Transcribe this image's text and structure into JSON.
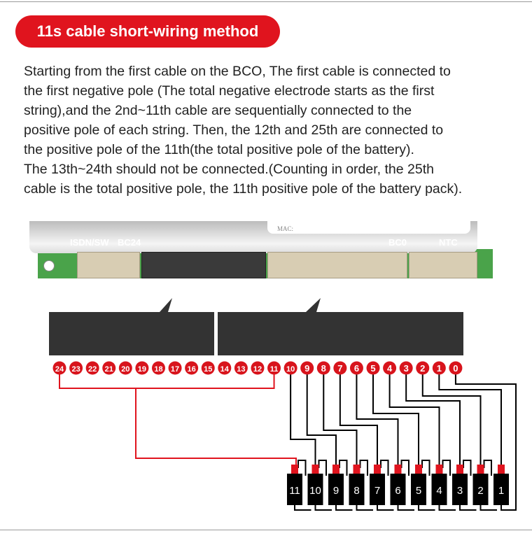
{
  "title": "11s cable short-wiring method",
  "description": [
    "Starting from the first cable on the BCO, The first cable is connected to",
    "the first negative pole (The total negative electrode starts as the first",
    "string),and the 2nd~11th cable are sequentially connected to the",
    "positive pole of each string. Then, the 12th and 25th are connected to",
    "the positive pole of the 11th(the total positive pole of the battery).",
    "The 13th~24th should not be connected.(Counting in order, the 25th",
    "cable is the total positive pole, the 11th positive pole of the battery pack)."
  ],
  "board": {
    "labels": [
      "ISDN/SW",
      "BC24",
      "BC0",
      "NTC"
    ],
    "sticker_mac": "MAC:"
  },
  "pins": [
    "24",
    "23",
    "22",
    "21",
    "20",
    "19",
    "18",
    "17",
    "16",
    "15",
    "14",
    "13",
    "12",
    "11",
    "10",
    "9",
    "8",
    "7",
    "6",
    "5",
    "4",
    "3",
    "2",
    "1",
    "0"
  ],
  "cells": [
    "11",
    "10",
    "9",
    "8",
    "7",
    "6",
    "5",
    "4",
    "3",
    "2",
    "1"
  ],
  "colors": {
    "accent": "#e0141e",
    "wire": "#000000",
    "bubble": "#333333"
  }
}
